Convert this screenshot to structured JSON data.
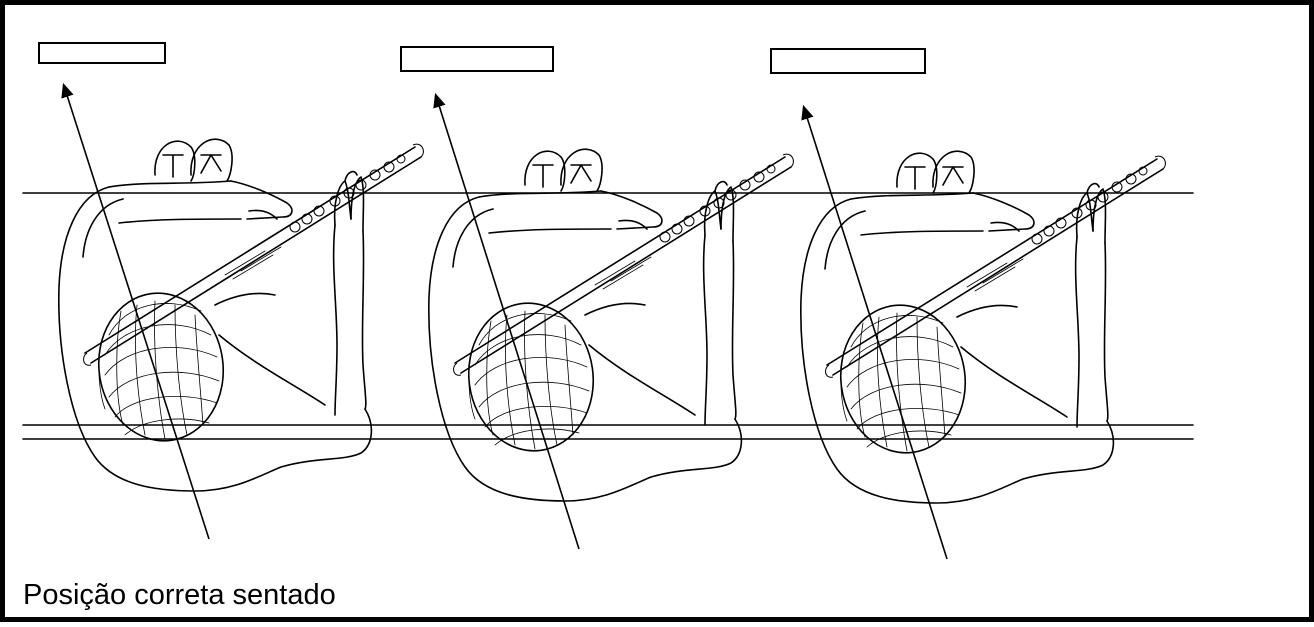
{
  "caption": "Posição correta sentado",
  "figures": [
    {
      "label_box": "",
      "position": "left"
    },
    {
      "label_box": "",
      "position": "middle"
    },
    {
      "label_box": "",
      "position": "right"
    }
  ],
  "colors": {
    "ink": "#000000",
    "background": "#ffffff"
  }
}
